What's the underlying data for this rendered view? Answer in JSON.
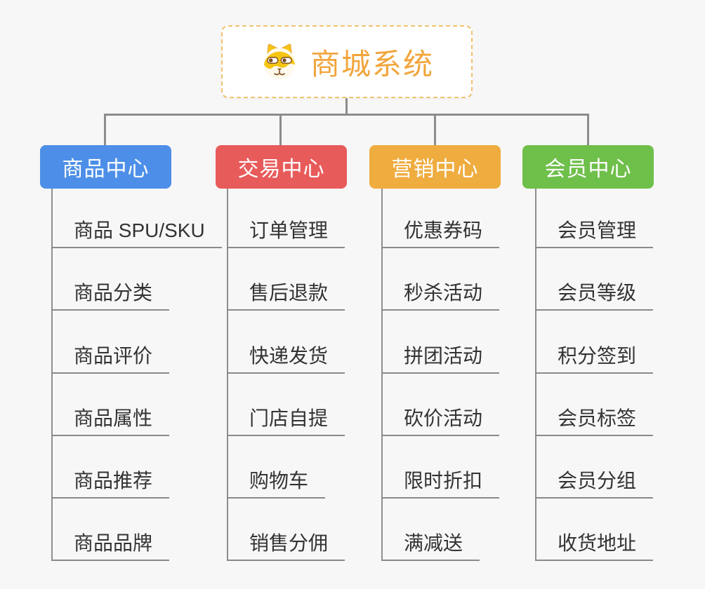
{
  "root": {
    "title": "商城系统",
    "icon": "dog-face-icon",
    "title_color": "#F2A53C",
    "border_color": "#F2C170"
  },
  "connector_color": "#8C8C8C",
  "underline_color": "#8A8A8A",
  "leaf_text_color": "#333333",
  "background_color": "#F7F7F7",
  "branches": [
    {
      "label": "商品中心",
      "color": "#4D8FE8",
      "items": [
        "商品 SPU/SKU",
        "商品分类",
        "商品评价",
        "商品属性",
        "商品推荐",
        "商品品牌"
      ]
    },
    {
      "label": "交易中心",
      "color": "#E85B5B",
      "items": [
        "订单管理",
        "售后退款",
        "快递发货",
        "门店自提",
        "购物车",
        "销售分佣"
      ]
    },
    {
      "label": "营销中心",
      "color": "#EFAC3F",
      "items": [
        "优惠券码",
        "秒杀活动",
        "拼团活动",
        "砍价活动",
        "限时折扣",
        "满减送"
      ]
    },
    {
      "label": "会员中心",
      "color": "#6FBF4B",
      "items": [
        "会员管理",
        "会员等级",
        "积分签到",
        "会员标签",
        "会员分组",
        "收货地址"
      ]
    }
  ]
}
